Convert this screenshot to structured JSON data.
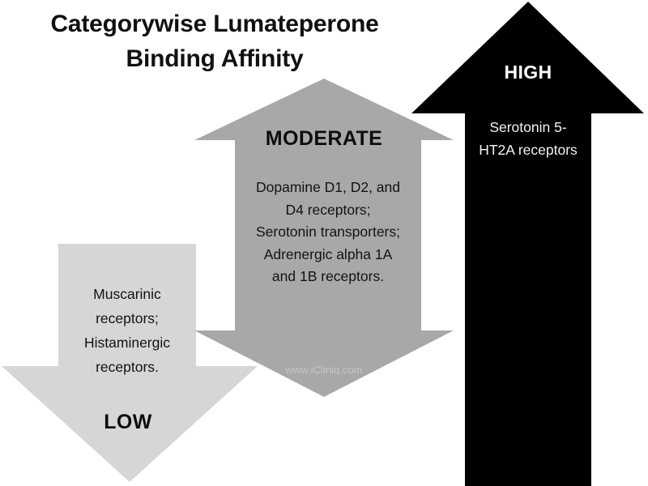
{
  "page": {
    "title": "Categorywise Lumateperone\nBinding Affinity",
    "watermark": "www.iCliniq.com",
    "background_color": "#ffffff"
  },
  "categories": {
    "high": {
      "label": "HIGH",
      "body": "Serotonin 5-\nHT2A receptors",
      "color": "#000000",
      "text_color": "#ffffff",
      "arrow_direction": "up"
    },
    "moderate": {
      "label": "MODERATE",
      "body": "Dopamine D1, D2, and\nD4 receptors;\nSerotonin transporters;\nAdrenergic alpha 1A\nand 1B receptors.",
      "color": "#a8a8a8",
      "text_color": "#111111",
      "arrow_direction": "up-down"
    },
    "low": {
      "label": "LOW",
      "body": "Muscarinic\nreceptors;\nHistaminergic\nreceptors.",
      "color": "#d6d6d6",
      "text_color": "#111111",
      "arrow_direction": "down"
    }
  }
}
